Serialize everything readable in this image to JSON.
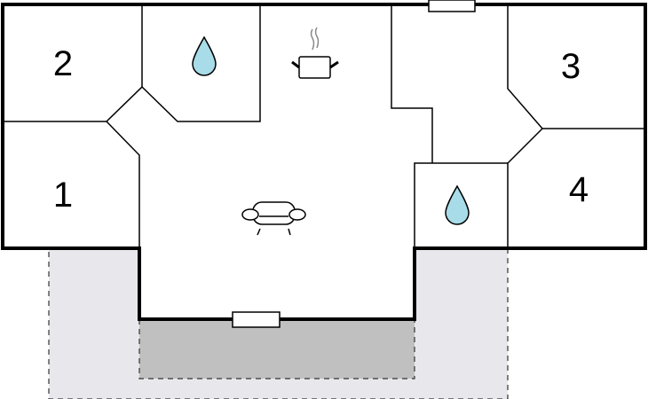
{
  "rooms": [
    {
      "label": "1"
    },
    {
      "label": "2"
    },
    {
      "label": "3"
    },
    {
      "label": "4"
    }
  ],
  "icons": [
    "water-drop-icon",
    "cooking-pot-icon",
    "sofa-icon",
    "window-icon"
  ],
  "colors": {
    "terrace": "#e8e8ec",
    "covered_terrace": "#c0c0c0",
    "drop": "#a8dce8"
  }
}
